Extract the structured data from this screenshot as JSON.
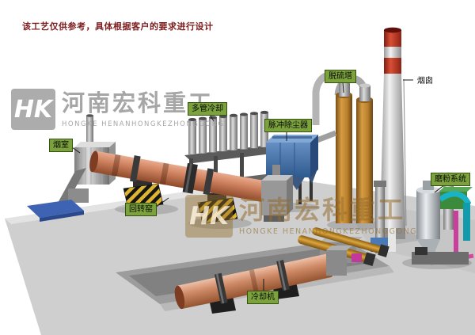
{
  "disclaimer": "该工艺仅供参考，具体根据客户的要求进行设计",
  "watermark": {
    "logo": "HK",
    "company_cn": "河南宏科重工",
    "company_en": "HONGKE HENANHONGKEZHONGGONG"
  },
  "labels": {
    "smoke_chamber": "烟室",
    "rotary_kiln": "回转窑",
    "multi_pipe_cooler": "多管冷却",
    "pulse_dust_collector": "脉冲除尘器",
    "desulfurization_tower": "脱硫塔",
    "chimney": "烟囱",
    "grinding_system": "磨粉系统",
    "cooling_machine": "冷却机"
  },
  "colors": {
    "label_green": "#7ba23c",
    "disclaimer_red": "#7e1d1d",
    "kiln_salmon": "#cf8260",
    "dust_collector_blue": "#3f6aa5",
    "tower_amber": "#c8863c",
    "chimney_red": "#c23a27",
    "hazard_yellow": "#ddb52f",
    "watermark_gray": "#9f9f9f",
    "pipe_cyan": "#18b4c6",
    "pipe_magenta": "#cb3f9c",
    "plate_blue": "#3e63b2"
  }
}
